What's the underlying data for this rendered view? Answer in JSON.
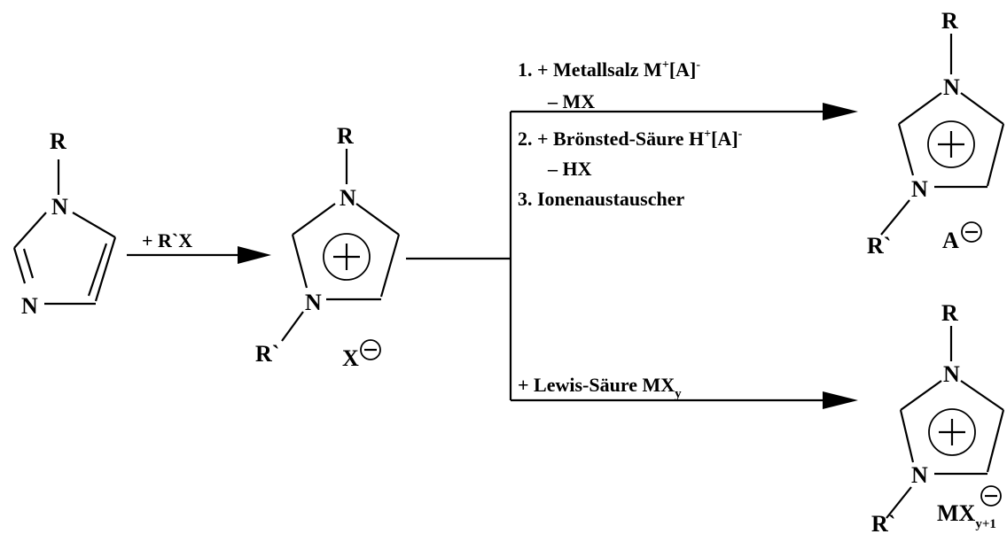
{
  "colors": {
    "ink": "#000000",
    "background": "#ffffff"
  },
  "atoms": {
    "nitrogen": "N",
    "substituent": "R",
    "substituent_prime": "R`",
    "counter_x": "X",
    "counter_a": "A",
    "counter_mx": "MX",
    "counter_mx_sub": "y+1"
  },
  "step1": {
    "reagent": "+ R`X"
  },
  "route_top": {
    "option1_prefix": "1. + Metallsalz M",
    "option1_sup": "+",
    "option1_mid": "[A]",
    "option1_sup2": "-",
    "option1_byproduct": "– MX",
    "option2_prefix": "2. + Brönsted-Säure H",
    "option2_sup": "+",
    "option2_mid": "[A]",
    "option2_sup2": "-",
    "option2_byproduct": "– HX",
    "option3": "3. Ionenaustauscher"
  },
  "route_bottom": {
    "reagent_prefix": "+ Lewis-Säure MX",
    "reagent_sub": "y"
  }
}
